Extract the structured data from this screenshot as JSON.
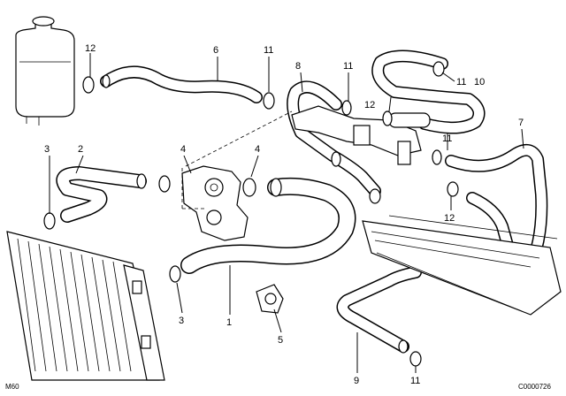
{
  "callouts": {
    "c1": "1",
    "c2": "2",
    "c3a": "3",
    "c3b": "3",
    "c4a": "4",
    "c4b": "4",
    "c5": "5",
    "c6": "6",
    "c7": "7",
    "c8": "8",
    "c9": "9",
    "c10": "10",
    "c11a": "11",
    "c11b": "11",
    "c11c": "11",
    "c11d": "11",
    "c11e": "11",
    "c12a": "12",
    "c12b": "12",
    "c12c": "12"
  },
  "footer": {
    "model": "M60",
    "code": "C0000726"
  }
}
